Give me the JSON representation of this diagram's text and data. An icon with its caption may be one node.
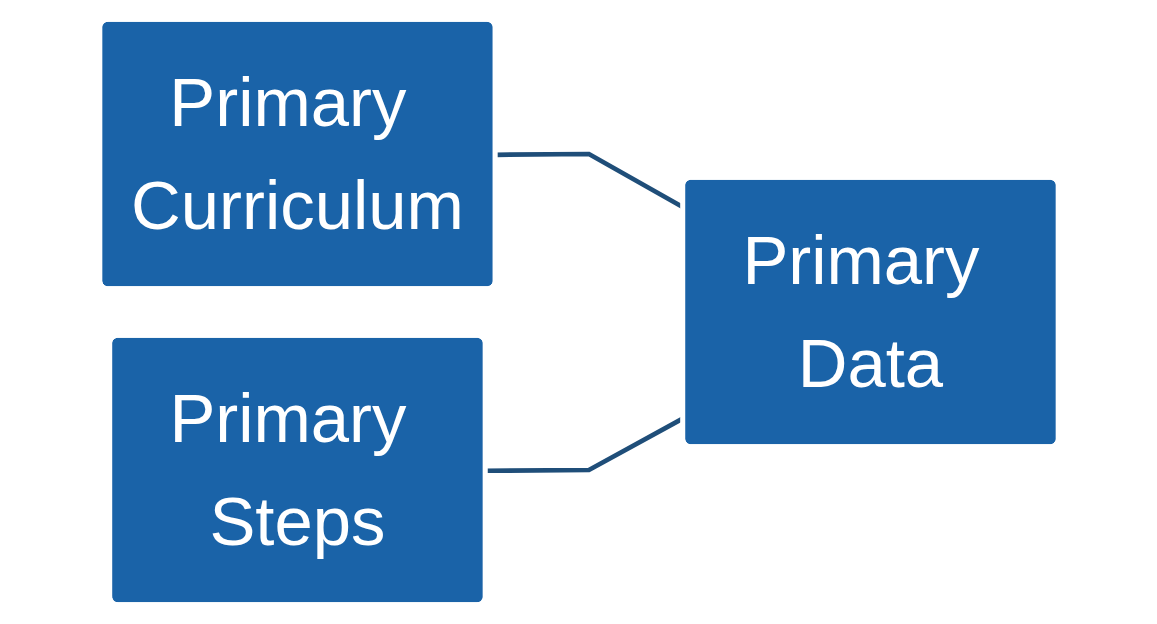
{
  "diagram": {
    "nodes": [
      {
        "text": [
          "Primary Curriculum"
        ]
      },
      {
        "text": [
          "Primary Steps"
        ]
      },
      {
        "text": [
          "Primary Data"
        ]
      }
    ],
    "edges": [
      {
        "from": 0,
        "to": 2,
        "arrow": "none"
      },
      {
        "from": 1,
        "to": 2,
        "arrow": "none"
      }
    ]
  }
}
